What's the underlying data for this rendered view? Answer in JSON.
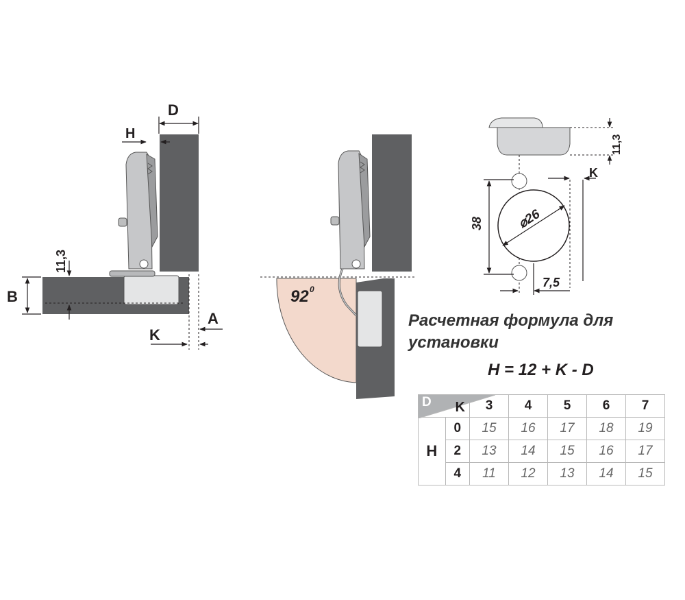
{
  "left_drawing": {
    "labels": {
      "D": "D",
      "H": "H",
      "dim_11_3": "11,3",
      "B": "B",
      "A": "A",
      "K": "K"
    }
  },
  "middle_drawing": {
    "angle_label": "92",
    "angle_unit": "0"
  },
  "right_drawing": {
    "dim_11_3": "11,3",
    "K": "K",
    "dim_38": "38",
    "diameter_label": "⌀26",
    "dim_7_5": "7,5"
  },
  "formula": {
    "title": "Расчетная формула для установки",
    "expression": "H = 12 + K - D"
  },
  "table": {
    "corner_top": "D",
    "corner_bottom": "K",
    "k_headers": [
      "3",
      "4",
      "5",
      "6",
      "7"
    ],
    "row_group_label": "H",
    "rows": [
      {
        "d": "0",
        "values": [
          "15",
          "16",
          "17",
          "18",
          "19"
        ]
      },
      {
        "d": "2",
        "values": [
          "13",
          "14",
          "15",
          "16",
          "17"
        ]
      },
      {
        "d": "4",
        "values": [
          "11",
          "12",
          "13",
          "14",
          "15"
        ]
      }
    ]
  },
  "colors": {
    "panel": "#5f6062",
    "hinge_metal": "#c6c7c9",
    "arc_fill": "#f3d9cc",
    "line": "#231f20",
    "table_header_bg": "#b0b2b4"
  }
}
